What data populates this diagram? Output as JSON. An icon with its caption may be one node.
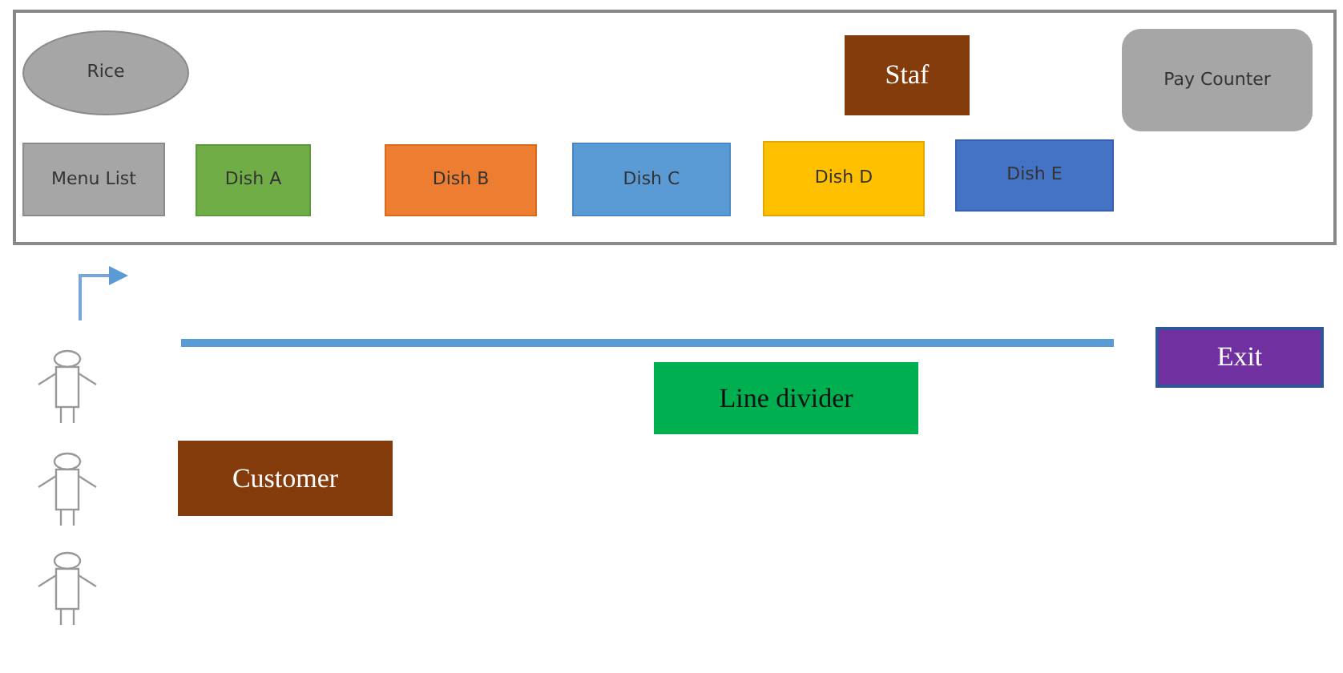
{
  "diagram": {
    "nodes": [
      {
        "text": [],
        "shape": "box"
      },
      {
        "text": [
          "Rice"
        ],
        "in": 0
      },
      {
        "text": [
          "Staf"
        ],
        "in": 0
      },
      {
        "text": [
          "Pay Counter"
        ],
        "in": 0
      },
      {
        "text": [
          "Menu List"
        ],
        "in": 0
      },
      {
        "text": [
          "Dish A"
        ],
        "in": 0
      },
      {
        "text": [
          "Dish B"
        ],
        "in": 0
      },
      {
        "text": [
          "Dish C"
        ],
        "in": 0
      },
      {
        "text": [
          "Dish D"
        ],
        "in": 0
      },
      {
        "text": [
          "Dish E"
        ],
        "in": 0
      },
      {
        "text": [
          "Exit"
        ]
      },
      {
        "text": [
          "Line divider"
        ]
      },
      {
        "text": [
          "Customer"
        ]
      }
    ]
  }
}
